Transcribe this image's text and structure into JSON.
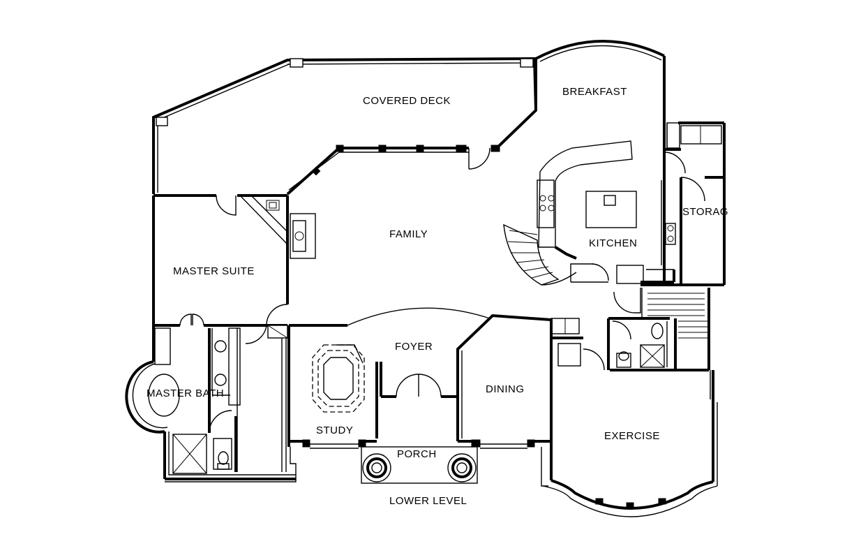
{
  "rooms": {
    "covered_deck": "COVERED DECK",
    "breakfast": "BREAKFAST",
    "family": "FAMILY",
    "kitchen": "KITCHEN",
    "storage": "STORAG",
    "master_suite": "MASTER SUITE",
    "master_bath": "MASTER BATH",
    "foyer": "FOYER",
    "study": "STUDY",
    "dining": "DINING",
    "porch": "PORCH",
    "exercise": "EXERCISE"
  },
  "caption": "LOWER LEVEL"
}
